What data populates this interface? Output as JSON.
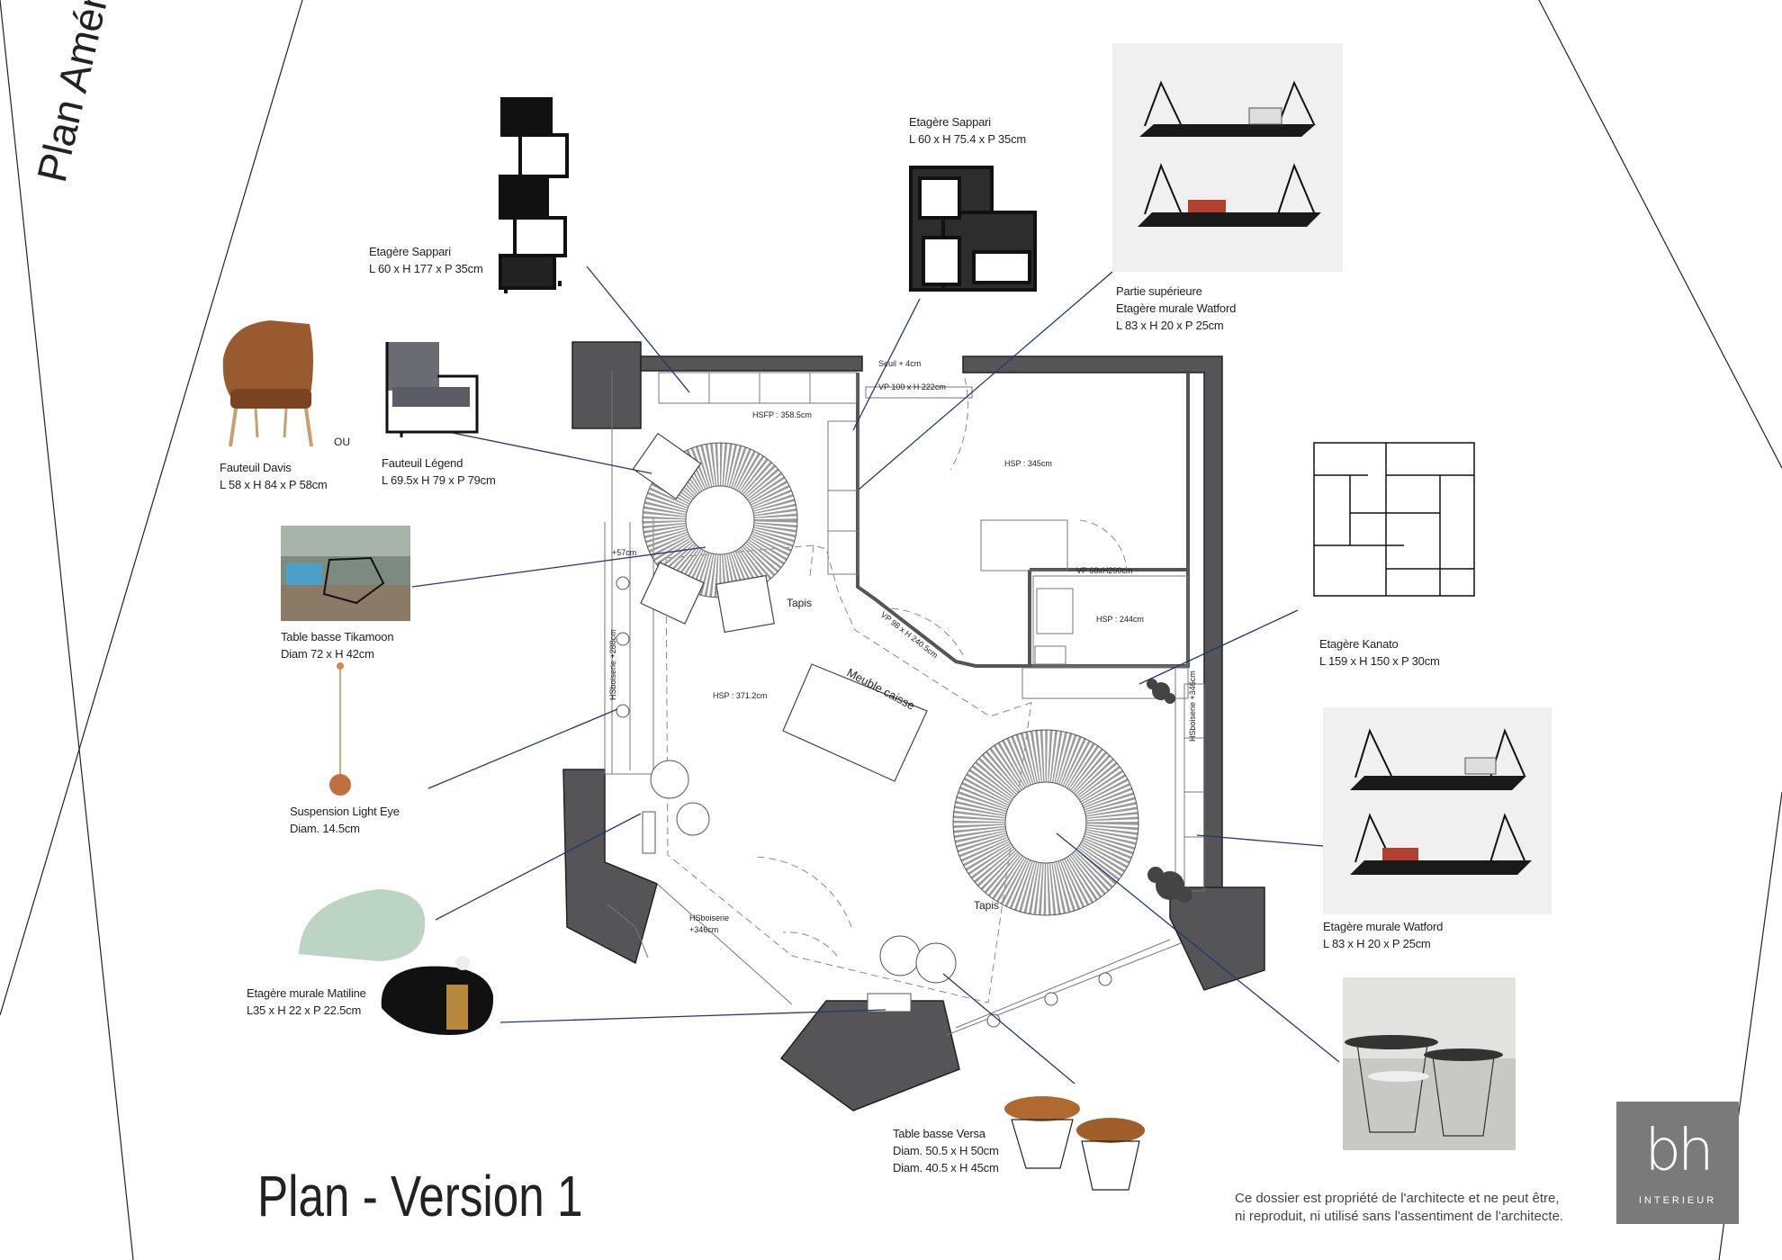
{
  "page_title": "Plan Aménagement",
  "version_title": "Plan - Version 1",
  "or_word": "OU",
  "disclaimer": {
    "line1": "Ce dossier est propriété de l'architecte et ne peut être,",
    "line2": "ni reproduit, ni utilisé sans l'assentiment de l'architecte."
  },
  "logo": {
    "mark": "bh",
    "word": "INTERIEUR"
  },
  "products": {
    "etagere_sappari_tall": {
      "name": "Etagère Sappari",
      "dims": "L 60 x H 177 x P 35cm"
    },
    "etagere_sappari_low": {
      "name": "Etagère Sappari",
      "dims": "L 60 x H 75.4 x P 35cm"
    },
    "watford_top": {
      "line1": "Partie supérieure",
      "name": "Etagère murale Watford",
      "dims": "L 83 x H 20 x P 25cm"
    },
    "fauteuil_davis": {
      "name": "Fauteuil Davis",
      "dims": "L 58 x H 84 x P 58cm"
    },
    "fauteuil_legend": {
      "name": "Fauteuil Légend",
      "dims": "L 69.5x H 79 x P 79cm"
    },
    "table_tikamoon": {
      "name": "Table basse Tikamoon",
      "dims": "Diam 72 x H 42cm"
    },
    "suspension": {
      "name": "Suspension Light Eye",
      "dims": "Diam. 14.5cm"
    },
    "matiline": {
      "name": "Etagère murale Matiline",
      "dims": "L35 x H 22 x P 22.5cm"
    },
    "table_versa": {
      "name": "Table basse Versa",
      "dims1": "Diam. 50.5  x H 50cm",
      "dims2": "Diam. 40.5 x H 45cm"
    },
    "kanato": {
      "name": "Etagère Kanato",
      "dims": "L 159 x H 150 x P 30cm"
    },
    "watford_right": {
      "name": "Etagère murale Watford",
      "dims": "L 83 x H 20 x P 25cm"
    }
  },
  "plan_annotations": {
    "seuil": "Seuil + 4cm",
    "vp_top": "VP 100 x H 222cm",
    "hsfp": "HSFP : 358.5cm",
    "hsp_office": "HSP : 345cm",
    "vp_wc": "VP 68xH200cm",
    "hsp_wc": "HSP : 244cm",
    "plus57": "+57cm",
    "vp_diag": "VP 98 x H 240.5cm",
    "tapis_1": "Tapis",
    "hsp_main": "HSP : 371.2cm",
    "meuble": "Meuble caisse",
    "hboiserie_left": "HSboiserie +288cm",
    "hboiserie_right": "HSboiserie +346cm",
    "hboiserie_bottom_1": "HSboiserie",
    "hboiserie_bottom_2": "+346cm",
    "tapis_2": "Tapis"
  },
  "colors": {
    "wall": "#555558",
    "leader": "#1f3a6e",
    "rug": "#9a9a9a"
  }
}
